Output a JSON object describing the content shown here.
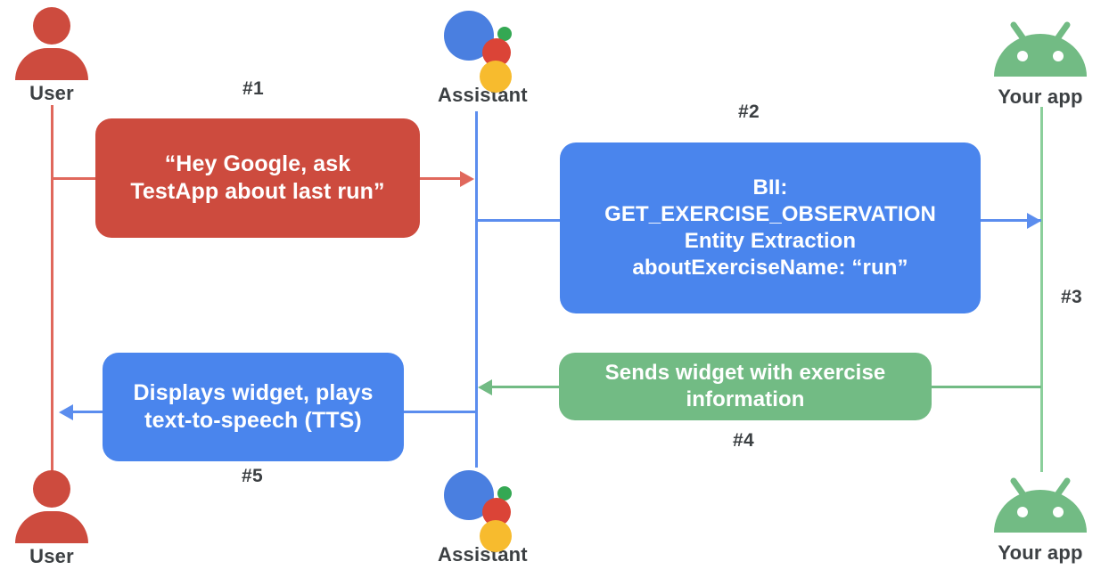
{
  "diagram": {
    "title": "Google Assistant App Action sequence diagram",
    "background": "#ffffff",
    "colors": {
      "user_red": "#cd4b3e",
      "user_line_red": "#e0685c",
      "assistant_blue": "#4a85ed",
      "assistant_line_blue": "#5b8dee",
      "app_green": "#72bb84",
      "app_line_green": "#8bcf9b",
      "label_gray": "#3c4043",
      "google_blue": "#4a7fe0",
      "google_red": "#db4437",
      "google_yellow": "#f7bb2e",
      "google_green": "#34a853"
    }
  },
  "actors": {
    "top": [
      {
        "id": "user",
        "label": "User",
        "icon": "user-person-icon"
      },
      {
        "id": "assistant",
        "label": "Assistant",
        "icon": "google-assistant-icon"
      },
      {
        "id": "app",
        "label": "Your app",
        "icon": "android-robot-icon"
      }
    ],
    "bottom": [
      {
        "id": "user",
        "label": "User",
        "icon": "user-person-icon"
      },
      {
        "id": "assistant",
        "label": "Assistant",
        "icon": "google-assistant-icon"
      },
      {
        "id": "app",
        "label": "Your app",
        "icon": "android-robot-icon"
      }
    ]
  },
  "steps": [
    {
      "number": "#1",
      "from": "user",
      "to": "assistant",
      "color": "red",
      "lines": [
        "“Hey Google, ask",
        "TestApp about last run”"
      ]
    },
    {
      "number": "#2",
      "from": "assistant",
      "to": "app",
      "color": "blue",
      "lines": [
        "BII:",
        "GET_EXERCISE_OBSERVATION",
        "Entity Extraction",
        "aboutExerciseName: “run”"
      ]
    },
    {
      "number": "#3",
      "from": "app",
      "to": "app",
      "color": "green",
      "lines": []
    },
    {
      "number": "#4",
      "from": "app",
      "to": "assistant",
      "color": "green",
      "lines": [
        "Sends widget with exercise",
        "information"
      ]
    },
    {
      "number": "#5",
      "from": "assistant",
      "to": "user",
      "color": "blue",
      "lines": [
        "Displays widget, plays",
        "text-to-speech (TTS)"
      ]
    }
  ]
}
